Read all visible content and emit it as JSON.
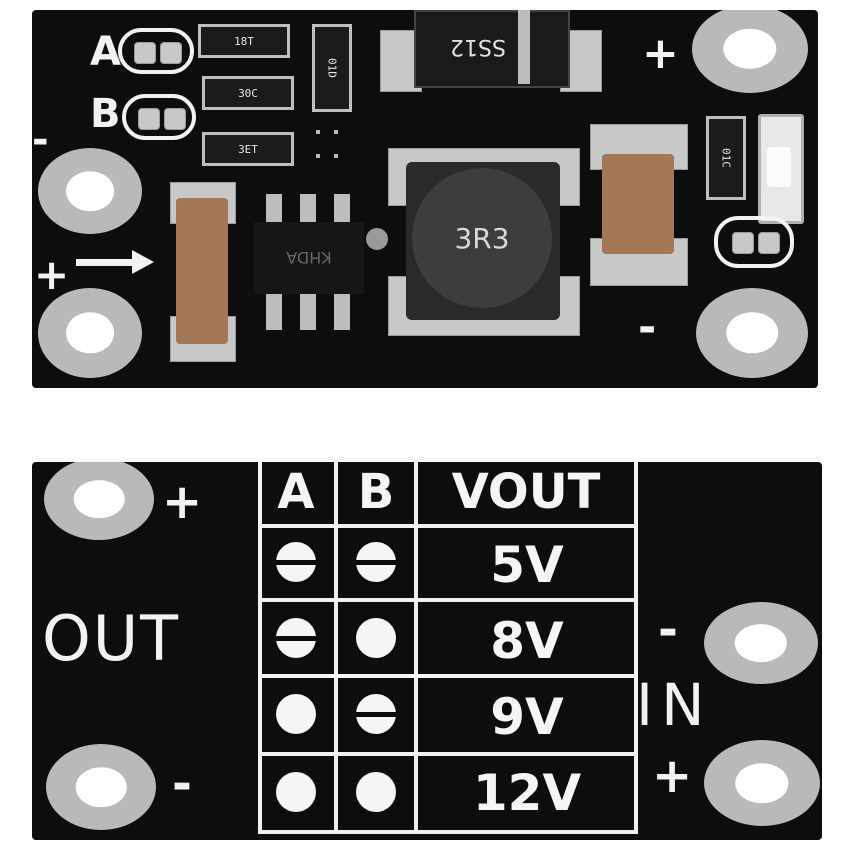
{
  "top_board": {
    "jumper_a_label": "A",
    "jumper_b_label": "B",
    "diode_label": "SS12",
    "inductor_label": "3R3",
    "chip_label": "KHDA",
    "minus_left": "-",
    "plus_left": "+",
    "plus_right": "+",
    "minus_right": "-",
    "res_1": "18T",
    "res_2": "30C",
    "res_3": "3ET",
    "res_4": "01D",
    "res_5": "01C"
  },
  "bottom_board": {
    "out_label": "OUT",
    "in_label": "IN",
    "plus_out": "+",
    "minus_out": "-",
    "minus_in": "-",
    "plus_in": "+",
    "table": {
      "headers": [
        "A",
        "B",
        "VOUT"
      ],
      "rows": [
        {
          "vout": "5V",
          "a": "open",
          "b": "open"
        },
        {
          "vout": "8V",
          "a": "open",
          "b": "closed"
        },
        {
          "vout": "9V",
          "a": "closed",
          "b": "open"
        },
        {
          "vout": "12V",
          "a": "closed",
          "b": "closed"
        }
      ]
    }
  },
  "colors": {
    "pcb": "#0d0d0f",
    "silkscreen": "#f2f2f2",
    "pad": "#b9b9b9",
    "capacitor": "#a47856"
  }
}
